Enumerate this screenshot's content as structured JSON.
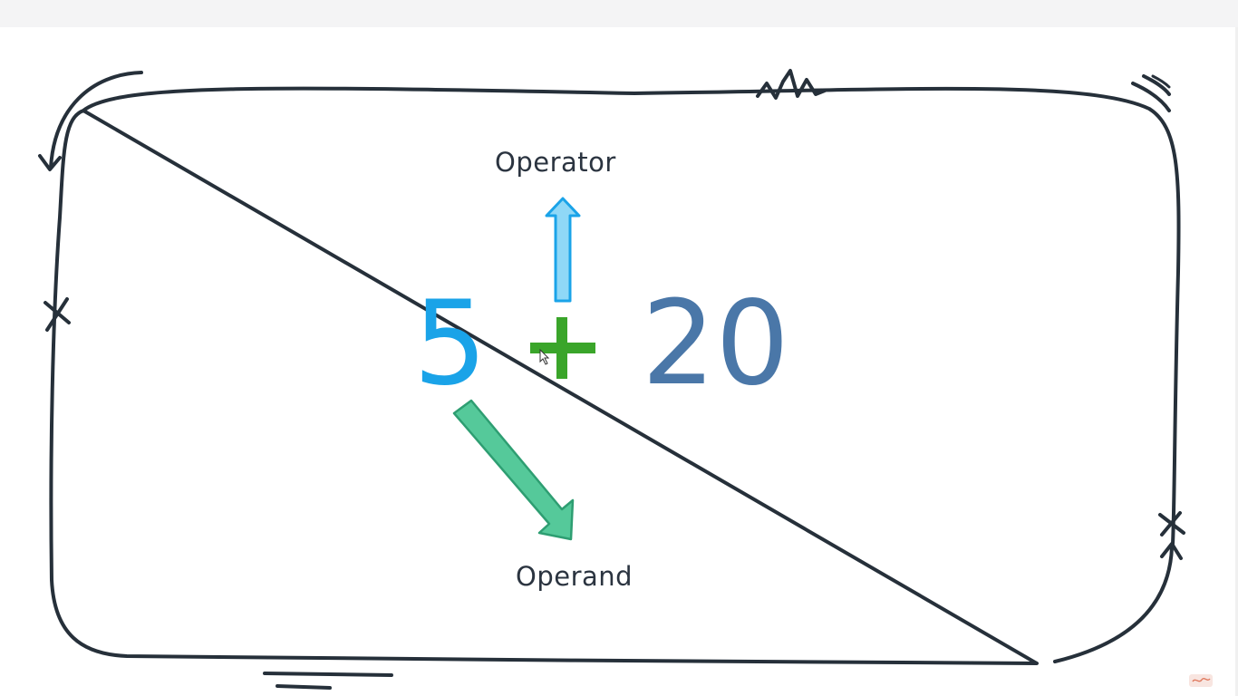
{
  "diagram": {
    "left_operand": "5",
    "operator_symbol": "+",
    "right_operand": "20",
    "operator_label": "Operator",
    "operand_label": "Operand"
  },
  "colors": {
    "left_operand": "#1aa3e8",
    "operator": "#3aa52a",
    "right_operand": "#4a77a8",
    "operator_arrow_fill": "#8fd8f7",
    "operator_arrow_stroke": "#1aa3e8",
    "operand_arrow_fill": "#55c99a",
    "operand_arrow_stroke": "#2e9e72",
    "sketch_stroke": "#26303a",
    "label_text": "#2b3440"
  },
  "icons": {
    "cursor": "mouse-pointer-icon",
    "watermark": "watermark-logo-icon"
  }
}
